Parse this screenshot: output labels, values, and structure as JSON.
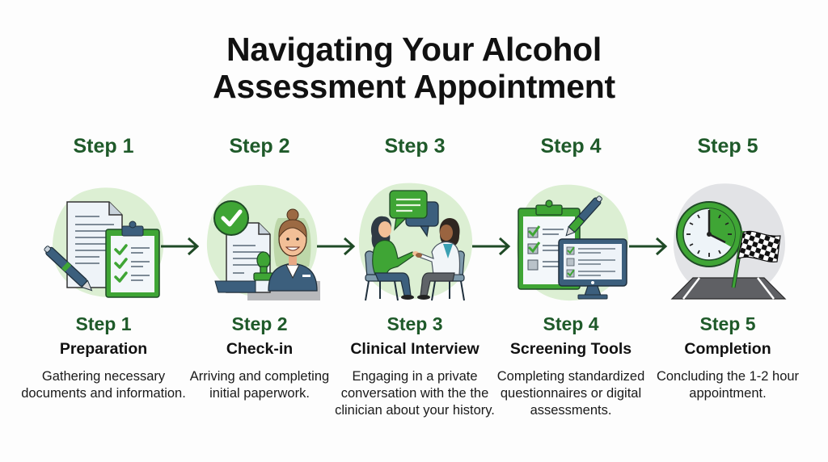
{
  "title": {
    "line1": "Navigating Your Alcohol",
    "line2": "Assessment Appointment"
  },
  "colors": {
    "heading_green": "#1f5a2a",
    "accent_green": "#3fa535",
    "light_green_bg": "#dcefd3",
    "grey_bg": "#e2e3e6",
    "slate_blue": "#3c5f7d",
    "arrow": "#1f4a26"
  },
  "steps": [
    {
      "top_label": "Step 1",
      "bottom_label": "Step 1",
      "name": "Preparation",
      "description": "Gathering necessary documents and information.",
      "icon": "documents-clipboard-pen-icon"
    },
    {
      "top_label": "Step 2",
      "bottom_label": "Step 2",
      "name": "Check-in",
      "description": "Arriving and completing initial paperwork.",
      "icon": "receptionist-stamp-document-icon"
    },
    {
      "top_label": "Step 3",
      "bottom_label": "Step 3",
      "name": "Clinical Interview",
      "description": "Engaging in a private conversation with the the clinician about your history.",
      "icon": "conversation-clinician-icon"
    },
    {
      "top_label": "Step 4",
      "bottom_label": "Step 4",
      "name": "Screening Tools",
      "description": "Completing standardized questionnaires or digital assessments.",
      "icon": "checklist-monitor-icon"
    },
    {
      "top_label": "Step 5",
      "bottom_label": "Step 5",
      "name": "Completion",
      "description": "Concluding the 1-2 hour appointment.",
      "icon": "clock-finish-flag-icon"
    }
  ],
  "connectors": [
    "arrow-right-icon",
    "arrow-right-icon",
    "arrow-right-icon",
    "arrow-right-icon"
  ]
}
